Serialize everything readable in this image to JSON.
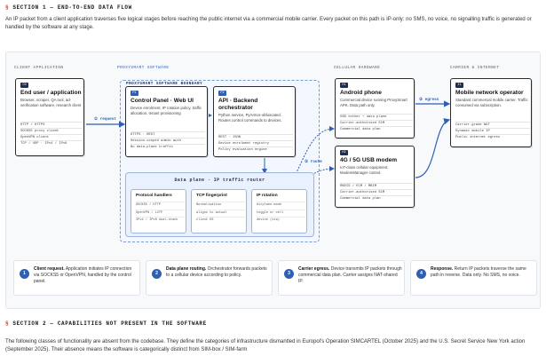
{
  "section1": {
    "num": "§",
    "title": "SECTION 1 — END-TO-END DATA FLOW",
    "intro": "An IP packet from a client application traverses five logical stages before reaching the public internet via a commercial mobile carrier. Every packet on this path is IP-only: no SMS, no voice, no signalling traffic is generated or handled by the software at any stage."
  },
  "columns": {
    "client": "CLIENT APPLICATION",
    "software": "PROXYSMART SOFTWARE",
    "cellular": "CELLULAR HARDWARE",
    "carrier": "CARRIER & INTERNET"
  },
  "boundary_label": "PROXYSMART SOFTWARE BOUNDARY",
  "c0": {
    "badge": "C0",
    "title": "End user / application",
    "desc": "Browser, scraper, QA tool, ad-verification software, research client",
    "items": [
      "HTTP / HTTPS",
      "SOCKS5 proxy client",
      "OpenVPN client",
      "TCP / UDP  ·  IPv4 / IPv6"
    ]
  },
  "p1": {
    "badge": "P1",
    "title": "Control Panel · Web UI",
    "desc": "Device enrolment, IP rotation policy, traffic allocation, tenant provisioning",
    "items": [
      "HTTPS · REST",
      "Session-scoped admin auth",
      "No data-plane traffic"
    ]
  },
  "p2": {
    "badge": "P2",
    "title": "API · Backend orchestrator",
    "desc": "Python service, PyArmor-obfuscated. Routes control commands to devices.",
    "items": [
      "REST · JSON",
      "Device enrolment registry",
      "Policy evaluation engine"
    ]
  },
  "dataplane": {
    "title": "Data plane · IP traffic router",
    "protocol": {
      "title": "Protocol handlers",
      "items": [
        "SOCKS5 / HTTP",
        "OpenVPN / L2TP",
        "IPv4 / IPv6 dual-stack"
      ]
    },
    "tcp": {
      "title": "TCP fingerprint",
      "items": [
        "Normalisation",
        "aligns to actual",
        "client OS"
      ]
    },
    "rotation": {
      "title": "IP rotation",
      "items": [
        "Airplane-mode",
        "toggle or cell",
        "device (via)"
      ]
    }
  },
  "h1": {
    "badge": "H1",
    "title": "Android phone",
    "desc": "Commercial device running ProxySmart APK. Data path only.",
    "items": [
      "USB tether + data plane",
      "Carrier-authorised SIM",
      "Commercial data plan"
    ]
  },
  "h2": {
    "badge": "H2",
    "title": "4G / 5G USB modem",
    "desc": "IoT-class cellular equipment. ModemManager control.",
    "items": [
      "RNDIS / ECM / MBIM",
      "Carrier-authorised SIM",
      "Commercial data plan"
    ]
  },
  "i1": {
    "badge": "I1",
    "title": "Mobile network operator",
    "desc": "Standard commercial mobile carrier. Traffic consumed via subscription.",
    "items": [
      "Carrier-grade NAT",
      "Dynamic mobile IP",
      "Public internet egress"
    ]
  },
  "arrows": {
    "request": "① request",
    "route": "② route",
    "egress": "③ egress"
  },
  "steps": [
    {
      "num": "1",
      "bold": "Client request.",
      "text": " Application initiates IP connection via SOCKS5 or OpenVPN, handled by the control panel."
    },
    {
      "num": "2",
      "bold": "Data plane routing.",
      "text": " Orchestrator forwards packets to a cellular device according to policy."
    },
    {
      "num": "3",
      "bold": "Carrier egress.",
      "text": " Device transmits IP packets through commercial data plan. Carrier assigns NAT-shared IP."
    },
    {
      "num": "4",
      "bold": "Response.",
      "text": " Return IP packets traverse the same path in reverse. Data only. No SMS, no voice."
    }
  ],
  "section2": {
    "num": "§",
    "title": "SECTION 2 — CAPABILITIES NOT PRESENT IN THE SOFTWARE",
    "intro": "The following classes of functionality are absent from the codebase. They define the categories of infrastructure dismantled in Europol's Operation SIMCARTEL (October 2025) and the U.S. Secret Service New York action (September 2025). Their absence means the software is categorically distinct from SIM-box / SIM-farm"
  },
  "colors": {
    "accent": "#2f5fb3",
    "dark": "#1f2f4d",
    "section": "#c0392b"
  }
}
